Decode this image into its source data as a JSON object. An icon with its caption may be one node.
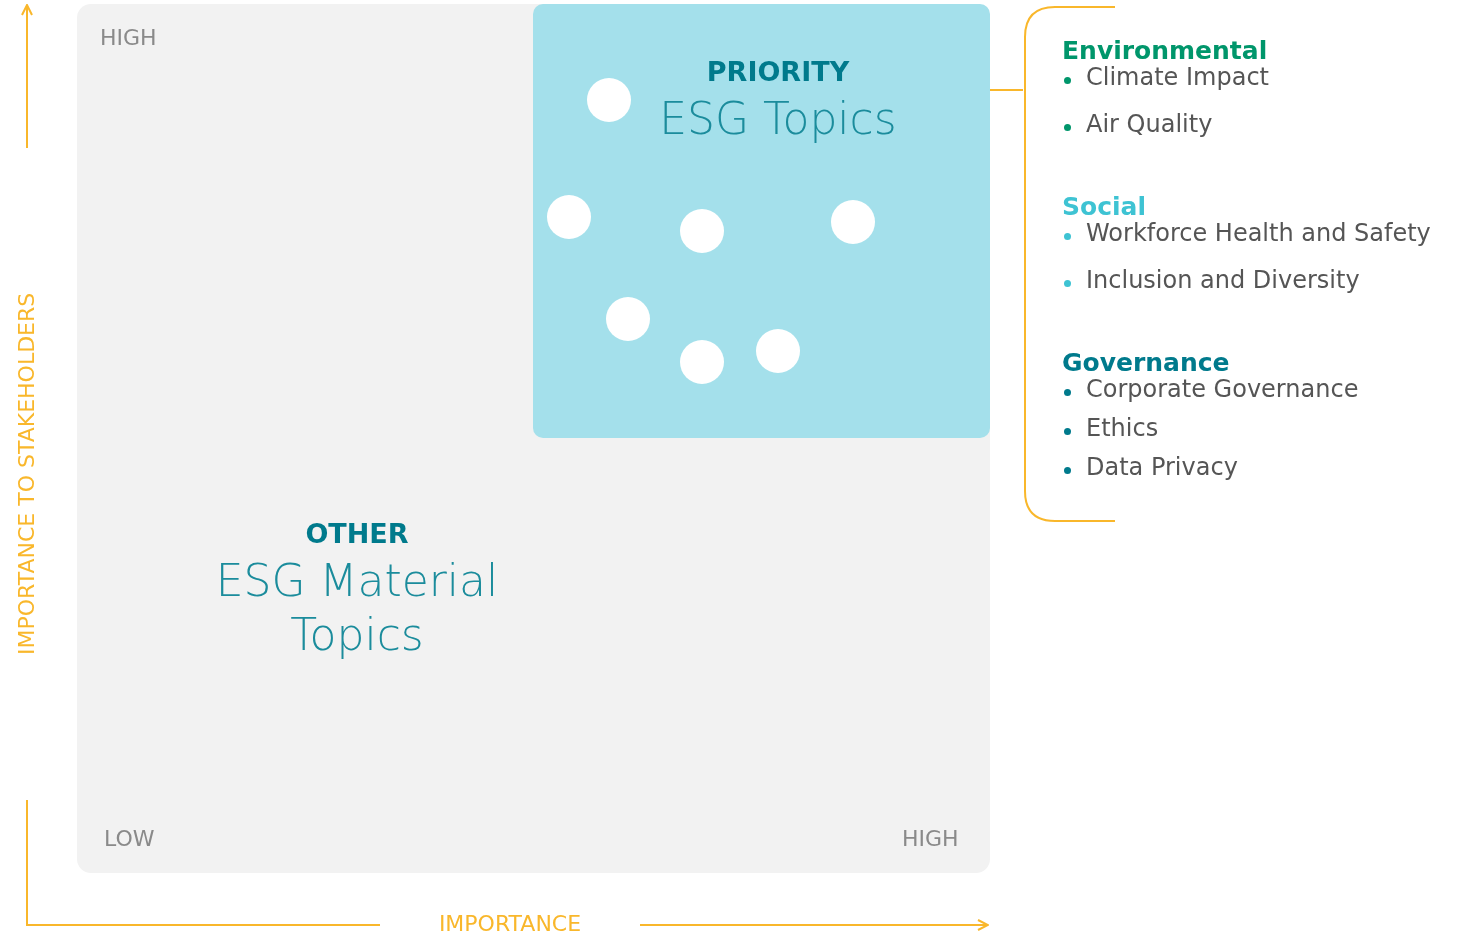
{
  "diagram": {
    "nodes": [
      {
        "text": [
          "OTHER",
          "ESG Material Topics"
        ]
      },
      {
        "text": [
          "PRIORITY",
          "ESG Topics"
        ],
        "in": 0
      },
      {
        "text": [],
        "shape": "circle",
        "in": 1
      },
      {
        "text": [],
        "shape": "circle",
        "in": 1
      },
      {
        "text": [],
        "shape": "circle",
        "in": 1
      },
      {
        "text": [],
        "shape": "circle",
        "in": 1
      },
      {
        "text": [],
        "shape": "circle",
        "in": 1
      },
      {
        "text": [],
        "shape": "circle",
        "in": 1
      },
      {
        "text": [],
        "shape": "circle",
        "in": 1
      },
      {
        "text": [
          "Environmental",
          "Climate Impact",
          "Air Quality",
          "Social",
          "Workforce Health and Safety",
          "Inclusion and Diversity",
          "Governance",
          "Corporate Governance",
          "Ethics",
          "Data Privacy"
        ]
      }
    ],
    "edges": [
      {
        "from": 1,
        "to": 9,
        "arrow": "none"
      }
    ],
    "labels": [
      "HIGH",
      "LOW",
      "HIGH",
      "IMPORTANCE TO STAKEHOLDERS",
      "IMPORTANCE"
    ]
  }
}
